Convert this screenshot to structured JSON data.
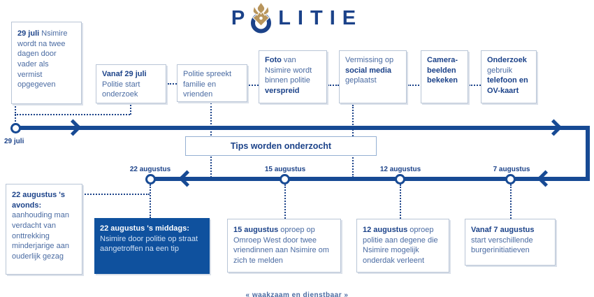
{
  "logo": {
    "part1": "P",
    "part2": "LITIE",
    "tagline": "« waakzaam en dienstbaar »"
  },
  "colors": {
    "navy": "#1b4289",
    "line": "#174a94",
    "text_regular": "#4a6ba2",
    "highlight_bg": "#0f519e",
    "highlight_text": "#cfe0f4",
    "box_border": "#b9c5d6",
    "box_shadow": "#dbe1ea",
    "tips_border": "#95b0d3",
    "gold": "#b8955c"
  },
  "timeline": {
    "start_label": "29 juli",
    "tips_label": "Tips worden onderzocht",
    "bottom_dates": [
      "22 augustus",
      "15 augustus",
      "12 augustus",
      "7 augustus"
    ]
  },
  "top_events": [
    {
      "segments": [
        {
          "t": "29 juli ",
          "b": true
        },
        {
          "t": "Nsimire wordt na twee dagen door vader als vermist opgegeven",
          "b": false
        }
      ]
    },
    {
      "segments": [
        {
          "t": "Vanaf 29 juli ",
          "b": true
        },
        {
          "t": "Politie start onderzoek",
          "b": false
        }
      ]
    },
    {
      "segments": [
        {
          "t": "Politie spreekt familie en vrienden",
          "b": false
        }
      ]
    },
    {
      "segments": [
        {
          "t": "Foto ",
          "b": true
        },
        {
          "t": "van Nsimire wordt binnen politie ",
          "b": false
        },
        {
          "t": "verspreid",
          "b": true
        }
      ]
    },
    {
      "segments": [
        {
          "t": "Vermissing op ",
          "b": false
        },
        {
          "t": "social media ",
          "b": true
        },
        {
          "t": "geplaatst",
          "b": false
        }
      ]
    },
    {
      "segments": [
        {
          "t": "Camera-beelden bekeken",
          "b": true
        }
      ]
    },
    {
      "segments": [
        {
          "t": "Onderzoek ",
          "b": true
        },
        {
          "t": "gebruik ",
          "b": false
        },
        {
          "t": "telefoon en OV-kaart",
          "b": true
        }
      ]
    }
  ],
  "bottom_events": [
    {
      "segments": [
        {
          "t": "22 augustus 's avonds: ",
          "b": true
        },
        {
          "t": "aanhouding man verdacht van onttrekking minderjarige aan ouderlijk gezag",
          "b": false
        }
      ]
    },
    {
      "segments": [
        {
          "t": "22 augustus 's middags: ",
          "b": true
        },
        {
          "t": "Nsimire door politie op straat aangetroffen na een tip",
          "b": false
        }
      ]
    },
    {
      "segments": [
        {
          "t": "15 augustus ",
          "b": true
        },
        {
          "t": "oproep op Omroep West door twee vriendinnen aan Nsimire om zich te melden",
          "b": false
        }
      ]
    },
    {
      "segments": [
        {
          "t": "12 augustus ",
          "b": true
        },
        {
          "t": "oproep politie aan degene die Nsimire mogelijk onderdak verleent",
          "b": false
        }
      ]
    },
    {
      "segments": [
        {
          "t": "Vanaf 7 augustus ",
          "b": true
        },
        {
          "t": "start verschillende burgerinitiatieven",
          "b": false
        }
      ]
    }
  ]
}
